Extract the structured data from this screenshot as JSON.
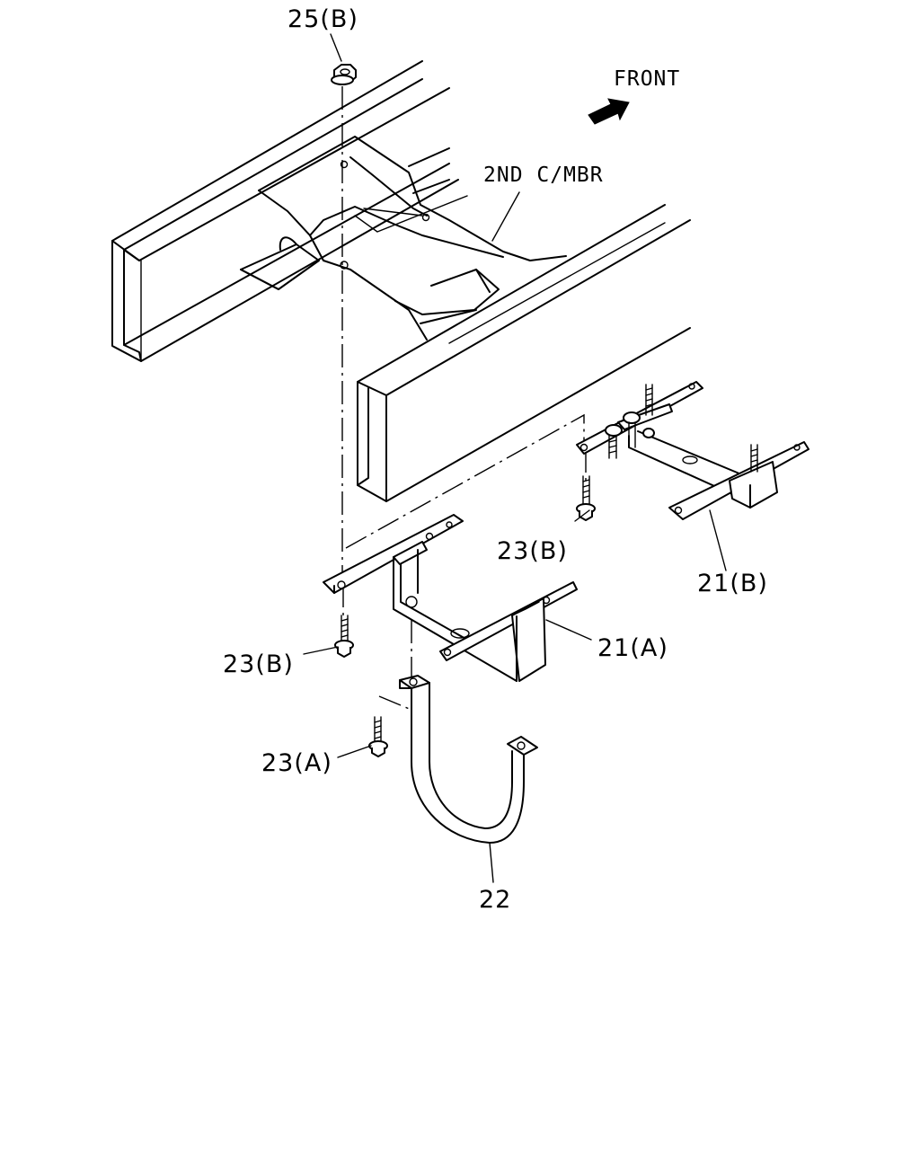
{
  "labels": {
    "part_25b": "25(B)",
    "front": "FRONT",
    "crossmember": "2ND C/MBR",
    "part_23b_right": "23(B)",
    "part_21b": "21(B)",
    "part_21a": "21(A)",
    "part_23b_left": "23(B)",
    "part_23a": "23(A)",
    "part_22": "22"
  }
}
